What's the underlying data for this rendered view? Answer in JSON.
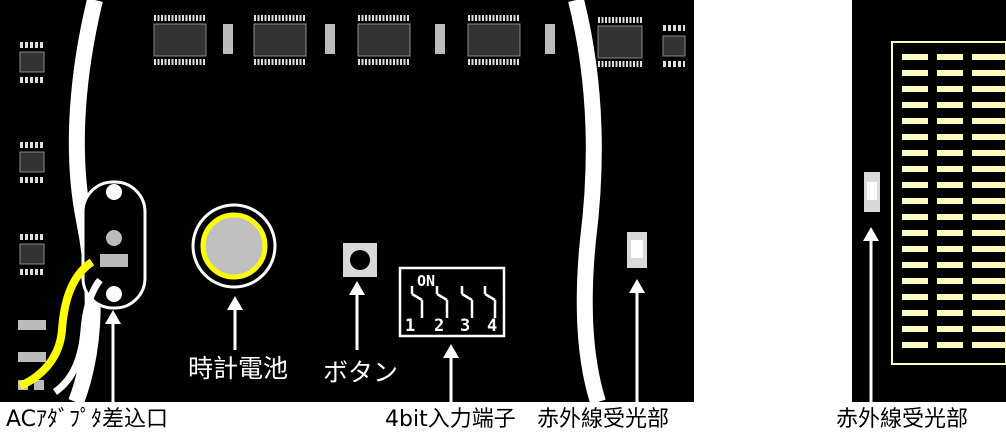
{
  "labels": {
    "battery": "時計電池",
    "button": "ボタン",
    "ac_adapter": "ACｱﾀﾞﾌﾟﾀ差込口",
    "dip_switch": "4bit入力端子",
    "ir_receiver_left": "赤外線受光部",
    "ir_receiver_right": "赤外線受光部"
  },
  "dip_switch": {
    "on_label": "ON",
    "numbers": [
      "1",
      "2",
      "3",
      "4"
    ]
  },
  "colors": {
    "board": "#000000",
    "background": "#ffffff",
    "wire_yellow": "#ffff00",
    "battery_fill": "#c0c0c0",
    "chip": "#333333",
    "led_cream": "#fffcc0"
  }
}
